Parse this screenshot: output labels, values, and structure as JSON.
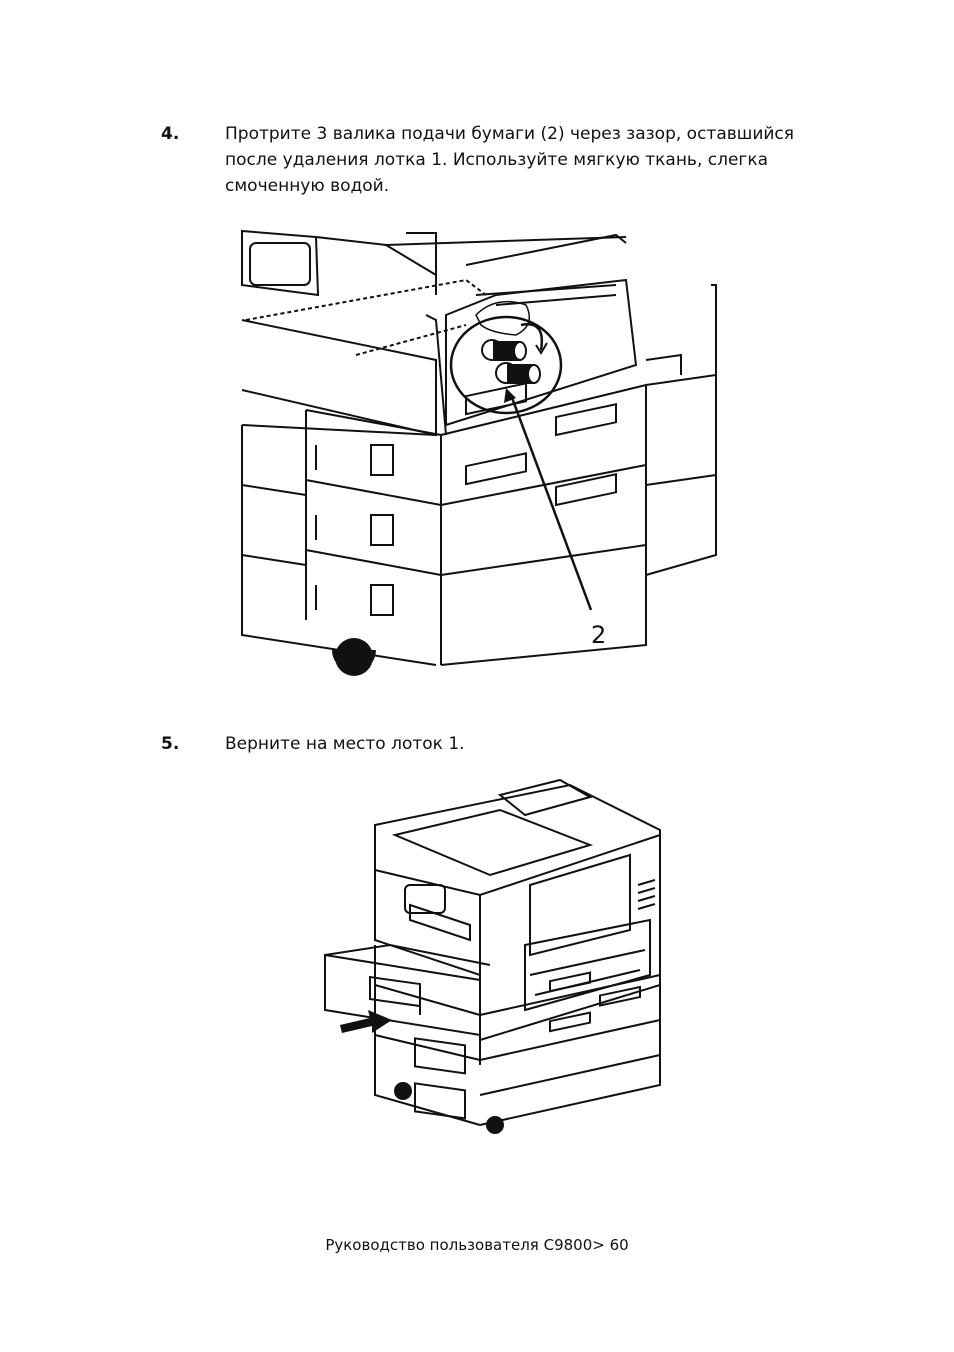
{
  "steps": [
    {
      "number": "4.",
      "text": "Протрите 3 валика подачи бумаги (2) через зазор, оставшийся после удаления лотка 1. Используйте мягкую ткань, слегка смоченную водой."
    },
    {
      "number": "5.",
      "text": "Верните на место лоток 1."
    }
  ],
  "figure1": {
    "callout": "2"
  },
  "footer": {
    "text": "Руководство пользователя C9800> 60"
  }
}
